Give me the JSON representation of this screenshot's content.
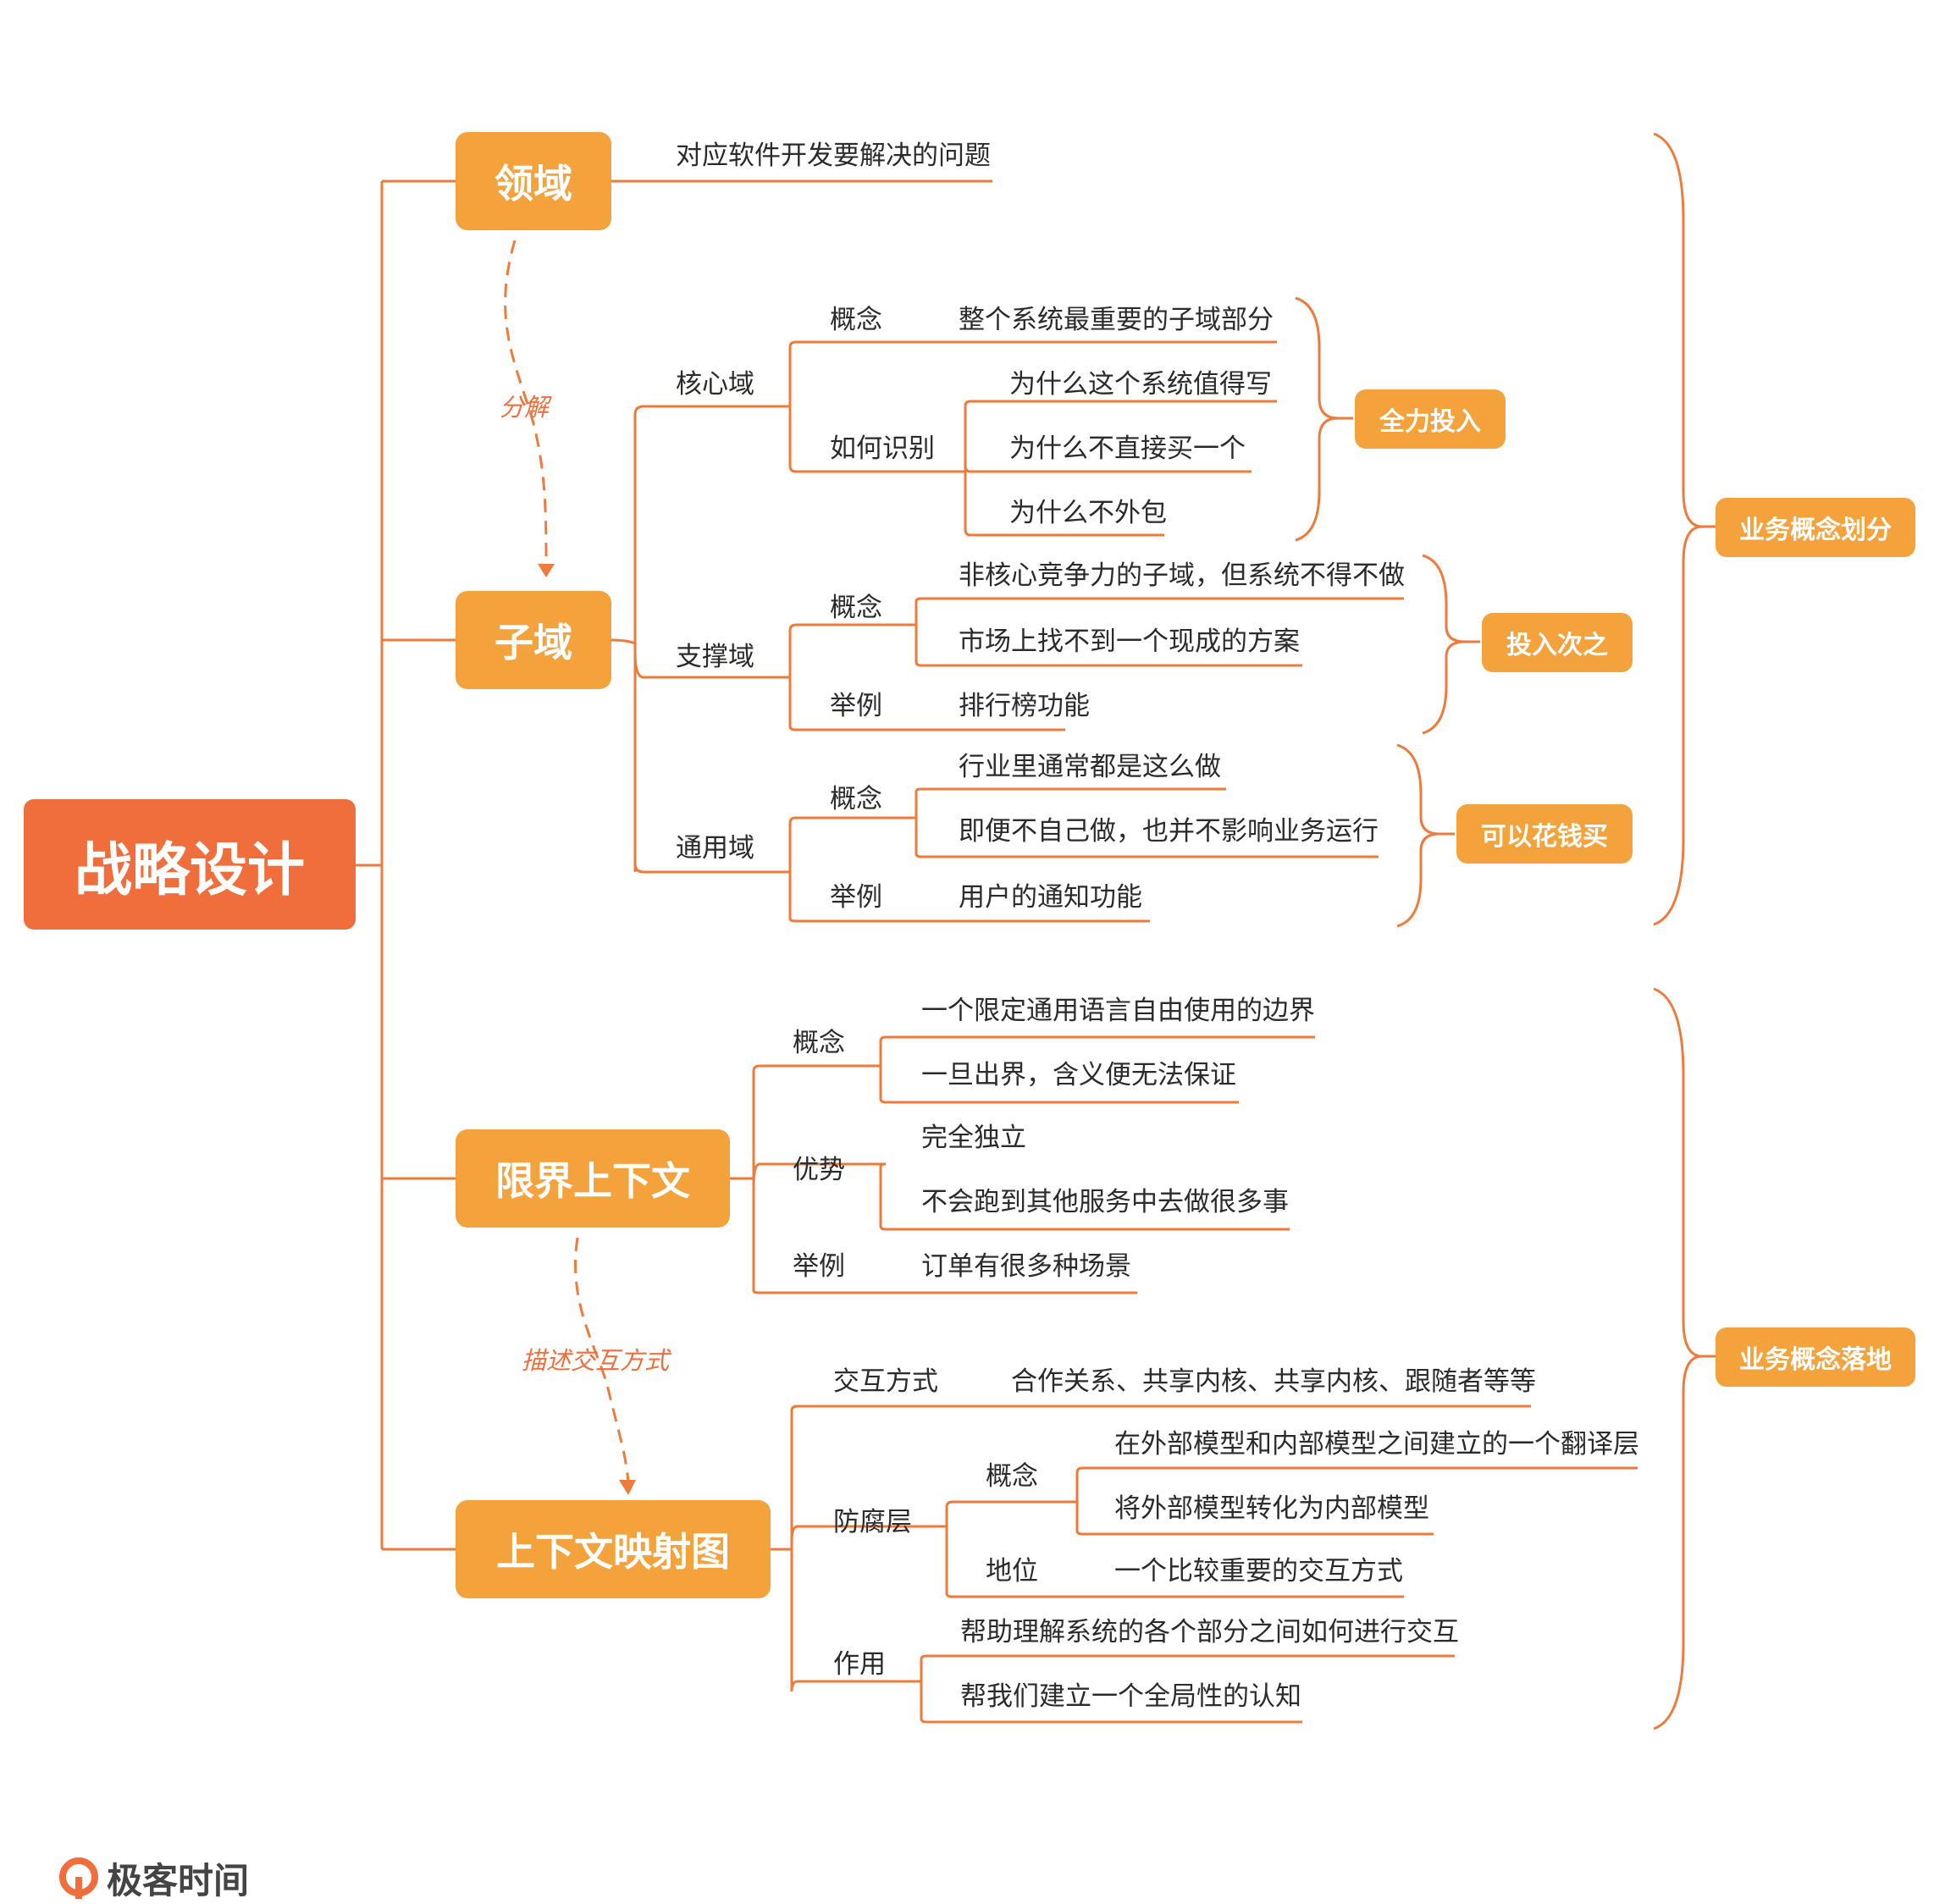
{
  "root": "战略设计",
  "domain": {
    "label": "领域",
    "desc": "对应软件开发要解决的问题"
  },
  "decompose_label": "分解",
  "subdomain": {
    "label": "子域",
    "core": {
      "label": "核心域",
      "concept_label": "概念",
      "concept": "整个系统最重要的子域部分",
      "identify_label": "如何识别",
      "identify": [
        "为什么这个系统值得写",
        "为什么不直接买一个",
        "为什么不外包"
      ],
      "tag": "全力投入"
    },
    "support": {
      "label": "支撑域",
      "concept_label": "概念",
      "concept": [
        "非核心竞争力的子域，但系统不得不做",
        "市场上找不到一个现成的方案"
      ],
      "example_label": "举例",
      "example": "排行榜功能",
      "tag": "投入次之"
    },
    "generic": {
      "label": "通用域",
      "concept_label": "概念",
      "concept": [
        "行业里通常都是这么做",
        "即便不自己做，也并不影响业务运行"
      ],
      "example_label": "举例",
      "example": "用户的通知功能",
      "tag": "可以花钱买"
    }
  },
  "bounded_context": {
    "label": "限界上下文",
    "concept_label": "概念",
    "concept": [
      "一个限定通用语言自由使用的边界",
      "一旦出界，含义便无法保证"
    ],
    "advantage_label": "优势",
    "advantage": [
      "完全独立",
      "不会跑到其他服务中去做很多事"
    ],
    "example_label": "举例",
    "example": "订单有很多种场景"
  },
  "describe_label": "描述交互方式",
  "context_map": {
    "label": "上下文映射图",
    "interaction_label": "交互方式",
    "interaction": "合作关系、共享内核、共享内核、跟随者等等",
    "acl_label": "防腐层",
    "acl_concept_label": "概念",
    "acl_concept": [
      "在外部模型和内部模型之间建立的一个翻译层",
      "将外部模型转化为内部模型"
    ],
    "acl_status_label": "地位",
    "acl_status": "一个比较重要的交互方式",
    "purpose_label": "作用",
    "purpose": [
      "帮助理解系统的各个部分之间如何进行交互",
      "帮我们建立一个全局性的认知"
    ]
  },
  "right_tags": {
    "top": "业务概念划分",
    "bottom": "业务概念落地"
  },
  "logo": "极客时间",
  "colors": {
    "root": "#ef6e3b",
    "node": "#f3a23c",
    "line": "#ef7a3a"
  }
}
